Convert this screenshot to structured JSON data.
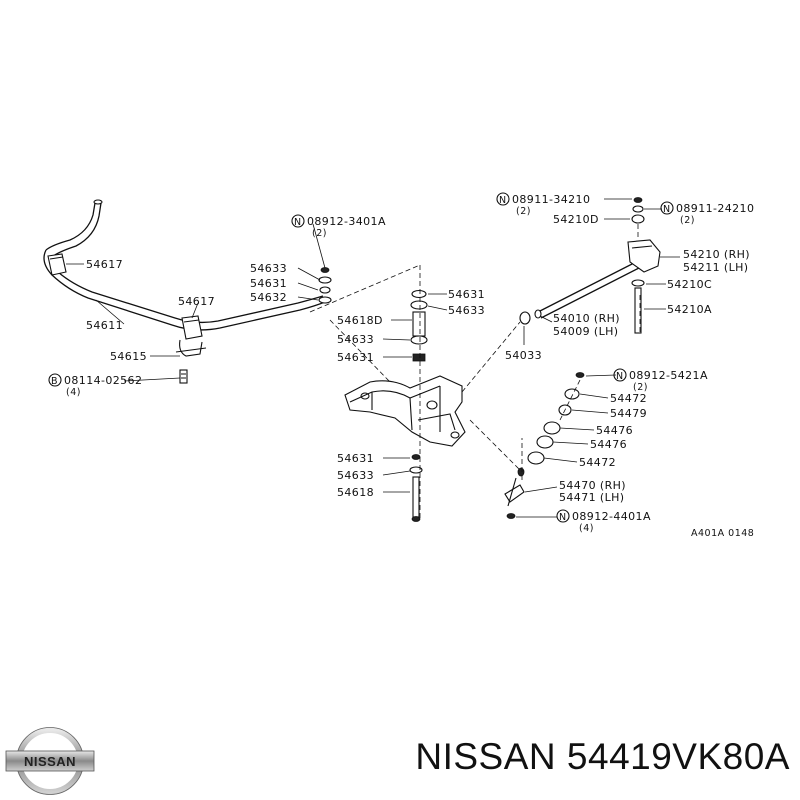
{
  "diagram": {
    "code": "A401A 0148",
    "labels": {
      "p54617_top": "54617",
      "p54617_mid": "54617",
      "p54611": "54611",
      "p54615": "54615",
      "bolt_08114": "08114-02562",
      "bolt_08114_qty": "(4)",
      "nut_3401A": "08912-3401A",
      "nut_3401A_qty": "(2)",
      "p54633_a": "54633",
      "p54631_a": "54631",
      "p54632": "54632",
      "p54631_b": "54631",
      "p54633_b": "54633",
      "p54618D": "54618D",
      "p54633_c": "54633",
      "p54631_c": "54631",
      "p54631_d": "54631",
      "p54633_d": "54633",
      "p54618": "54618",
      "nut_34210": "08911-34210",
      "nut_34210_qty": "(2)",
      "nut_24210": "08911-24210",
      "nut_24210_qty": "(2)",
      "p54210D": "54210D",
      "p54210_rh": "54210 (RH)",
      "p54211_lh": "54211 (LH)",
      "p54210C": "54210C",
      "p54210A": "54210A",
      "p54010_rh": "54010 (RH)",
      "p54009_lh": "54009 (LH)",
      "p54033": "54033",
      "nut_5421A": "08912-5421A",
      "nut_5421A_qty": "(2)",
      "p54472_a": "54472",
      "p54479": "54479",
      "p54476_a": "54476",
      "p54476_b": "54476",
      "p54472_b": "54472",
      "p54470_rh": "54470 (RH)",
      "p54471_lh": "54471 (LH)",
      "nut_4401A": "08912-4401A",
      "nut_4401A_qty": "(4)"
    },
    "markers": {
      "n": "N",
      "b": "B"
    }
  },
  "footer": {
    "logo_text": "NISSAN",
    "title": "NISSAN 54419VK80A"
  }
}
